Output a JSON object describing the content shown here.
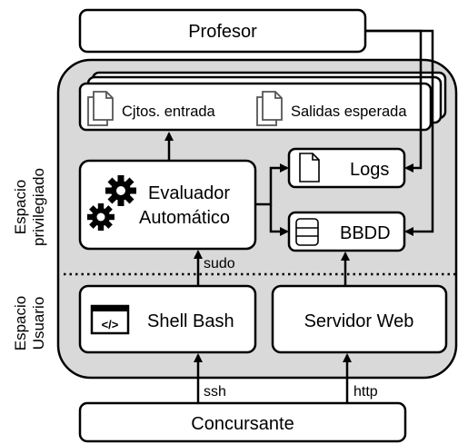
{
  "nodes": {
    "profesor": "Profesor",
    "inputs": "Cjtos. entrada",
    "outputs": "Salidas esperada",
    "evaluator_line1": "Evaluador",
    "evaluator_line2": "Automático",
    "logs": "Logs",
    "db": "BBDD",
    "shell": "Shell Bash",
    "web": "Servidor Web",
    "contestant": "Concursante"
  },
  "zones": {
    "privileged_line1": "Espacio",
    "privileged_line2": "privilegiado",
    "user_line1": "Espacio",
    "user_line2": "Usuario"
  },
  "edges": {
    "sudo": "sudo",
    "ssh": "ssh",
    "http": "http"
  },
  "icons": {
    "file": "file-icon",
    "gears": "gears-icon",
    "database": "database-icon",
    "terminal": "terminal-icon"
  }
}
